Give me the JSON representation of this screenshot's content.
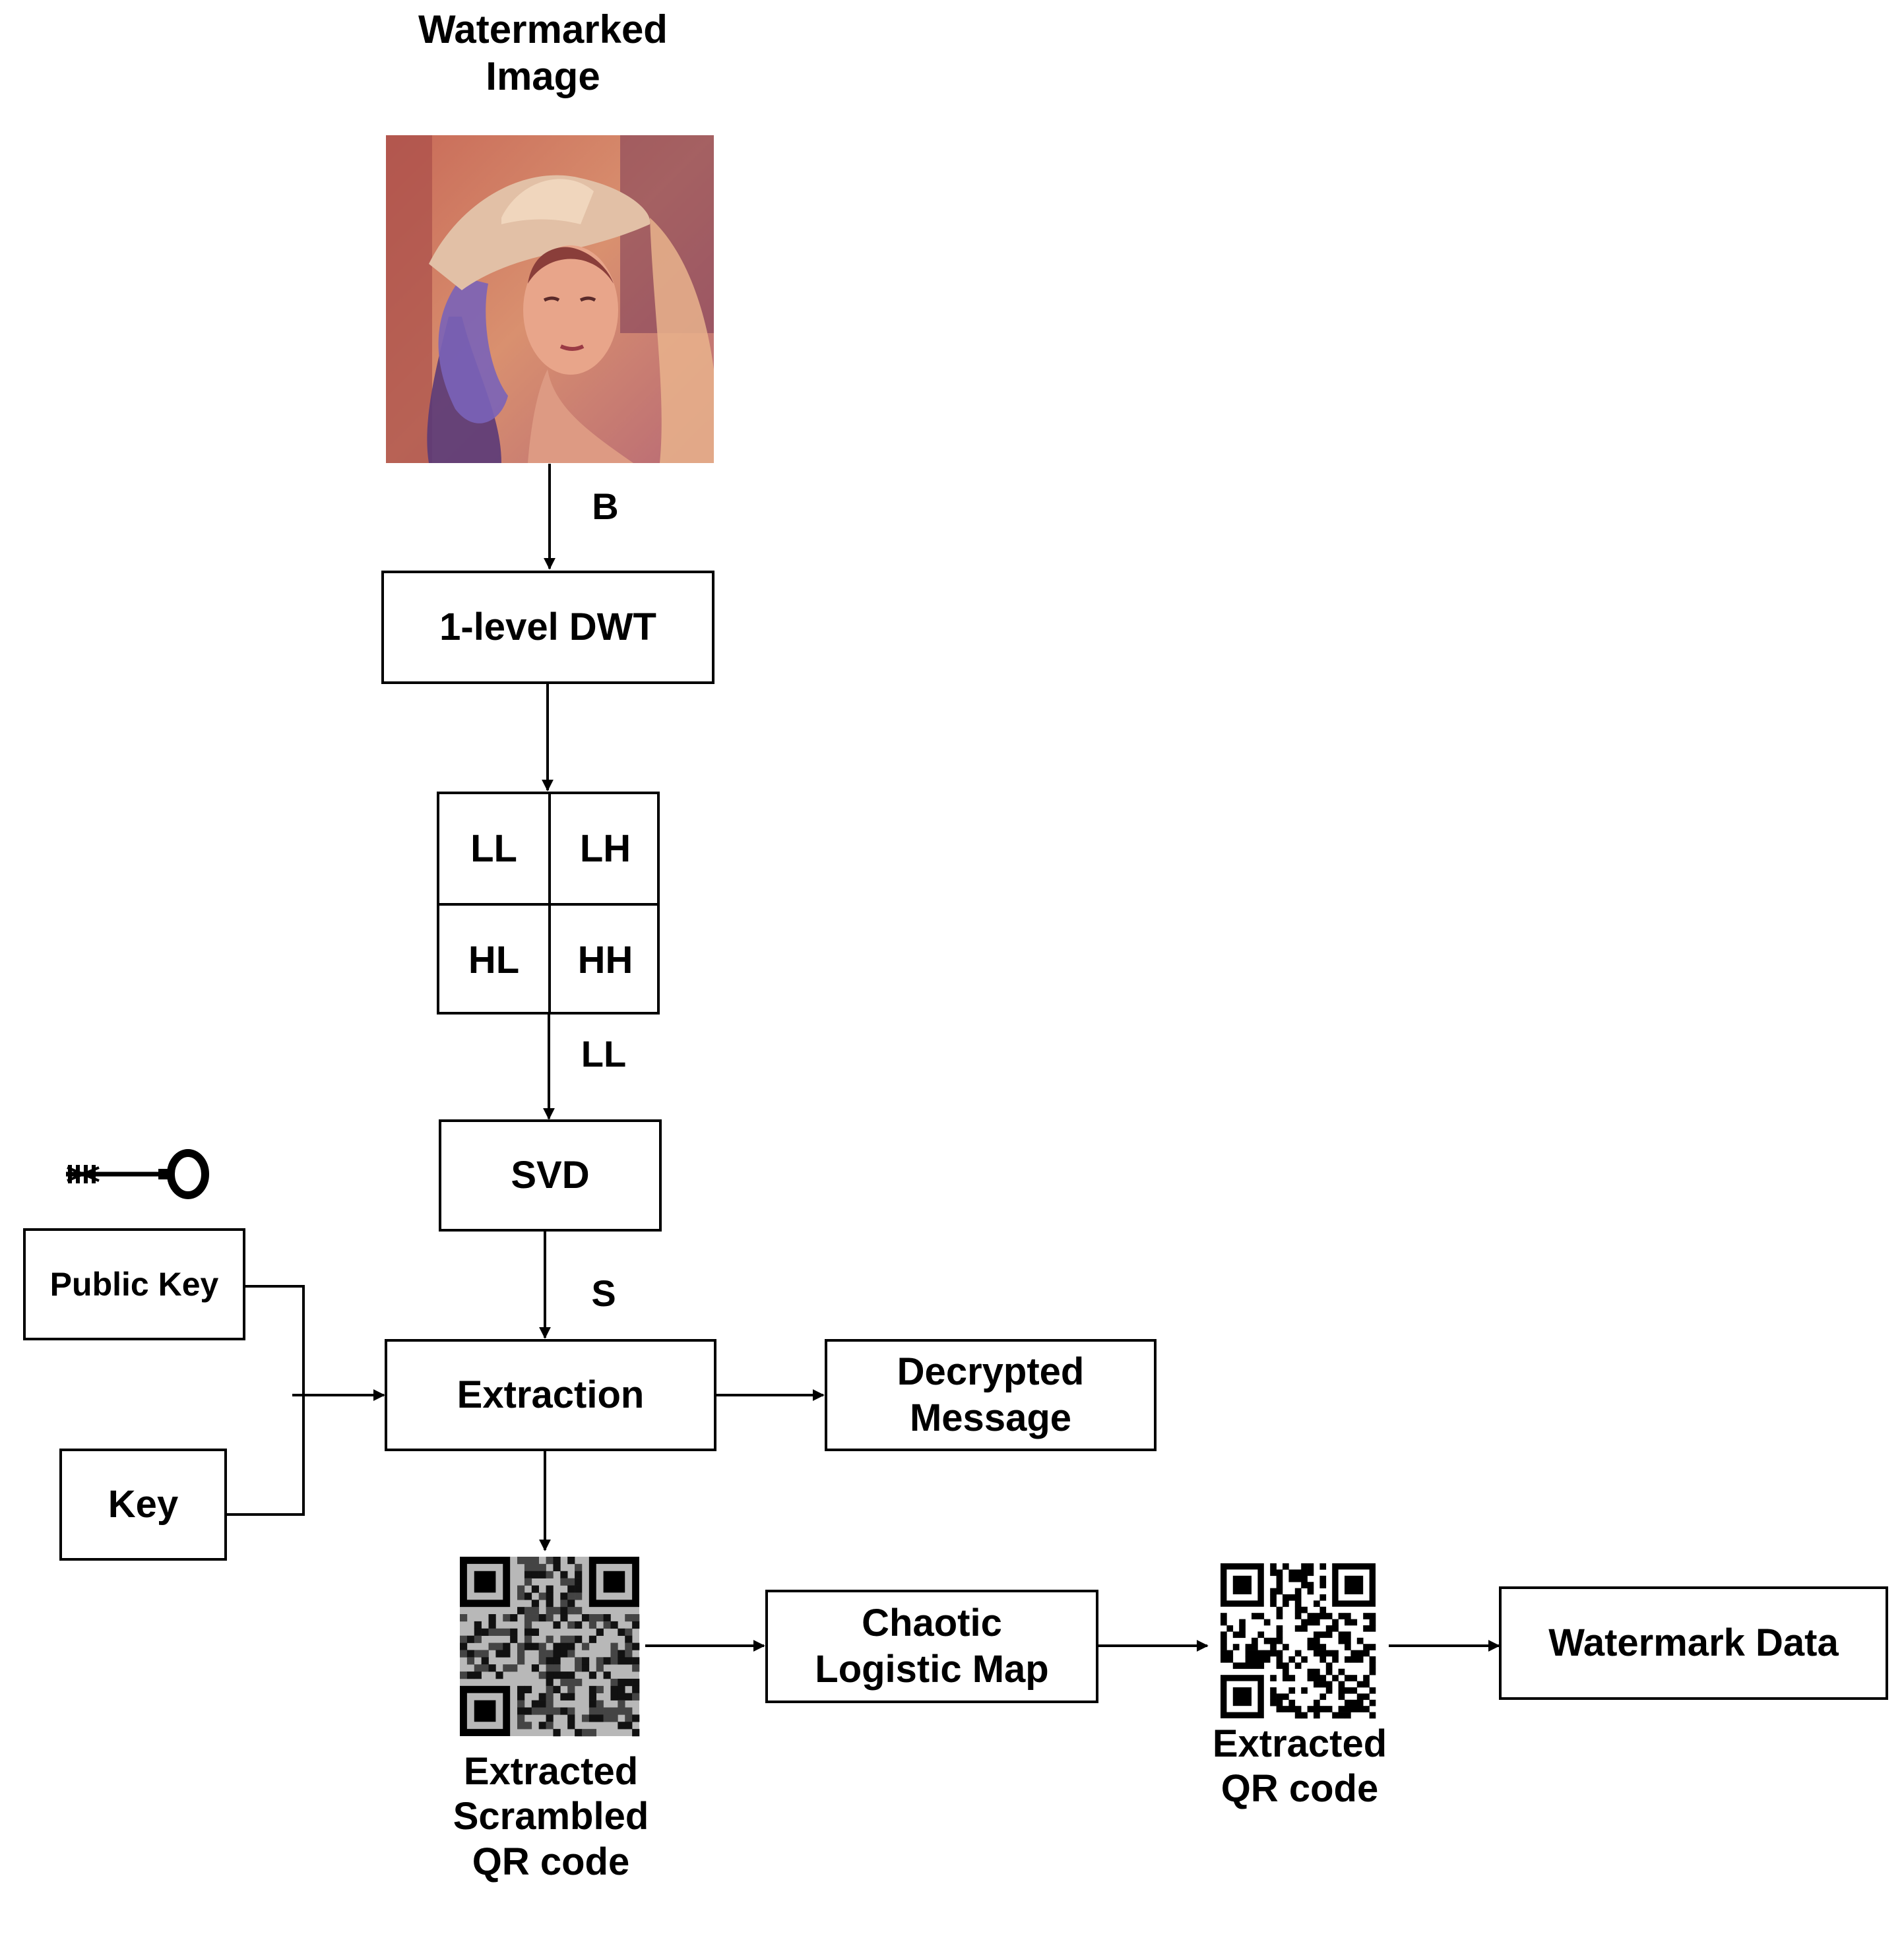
{
  "nodes": {
    "watermarked_image": {
      "line1": "Watermarked",
      "line2": "Image"
    },
    "dwt": {
      "label": "1-level DWT"
    },
    "subbands": {
      "ll": "LL",
      "lh": "LH",
      "hl": "HL",
      "hh": "HH"
    },
    "svd": {
      "label": "SVD"
    },
    "public_key": {
      "label": "Public Key"
    },
    "key": {
      "label": "Key"
    },
    "extraction": {
      "label": "Extraction"
    },
    "decrypted_message": {
      "line1": "Decrypted",
      "line2": "Message"
    },
    "scrambled_qr": {
      "line1": "Extracted",
      "line2": "Scrambled",
      "line3": "QR code"
    },
    "chaotic_map": {
      "line1": "Chaotic",
      "line2": "Logistic Map"
    },
    "extracted_qr": {
      "line1": "Extracted",
      "line2": "QR code"
    },
    "watermark_data": {
      "label": "Watermark Data"
    }
  },
  "edge_labels": {
    "b": "B",
    "ll": "LL",
    "s": "S"
  },
  "icons": {
    "watermarked_image": "portrait-photo-image",
    "scrambled_qr": "scrambled-qr-code-image",
    "extracted_qr": "qr-code-image",
    "key": "key-icon"
  }
}
